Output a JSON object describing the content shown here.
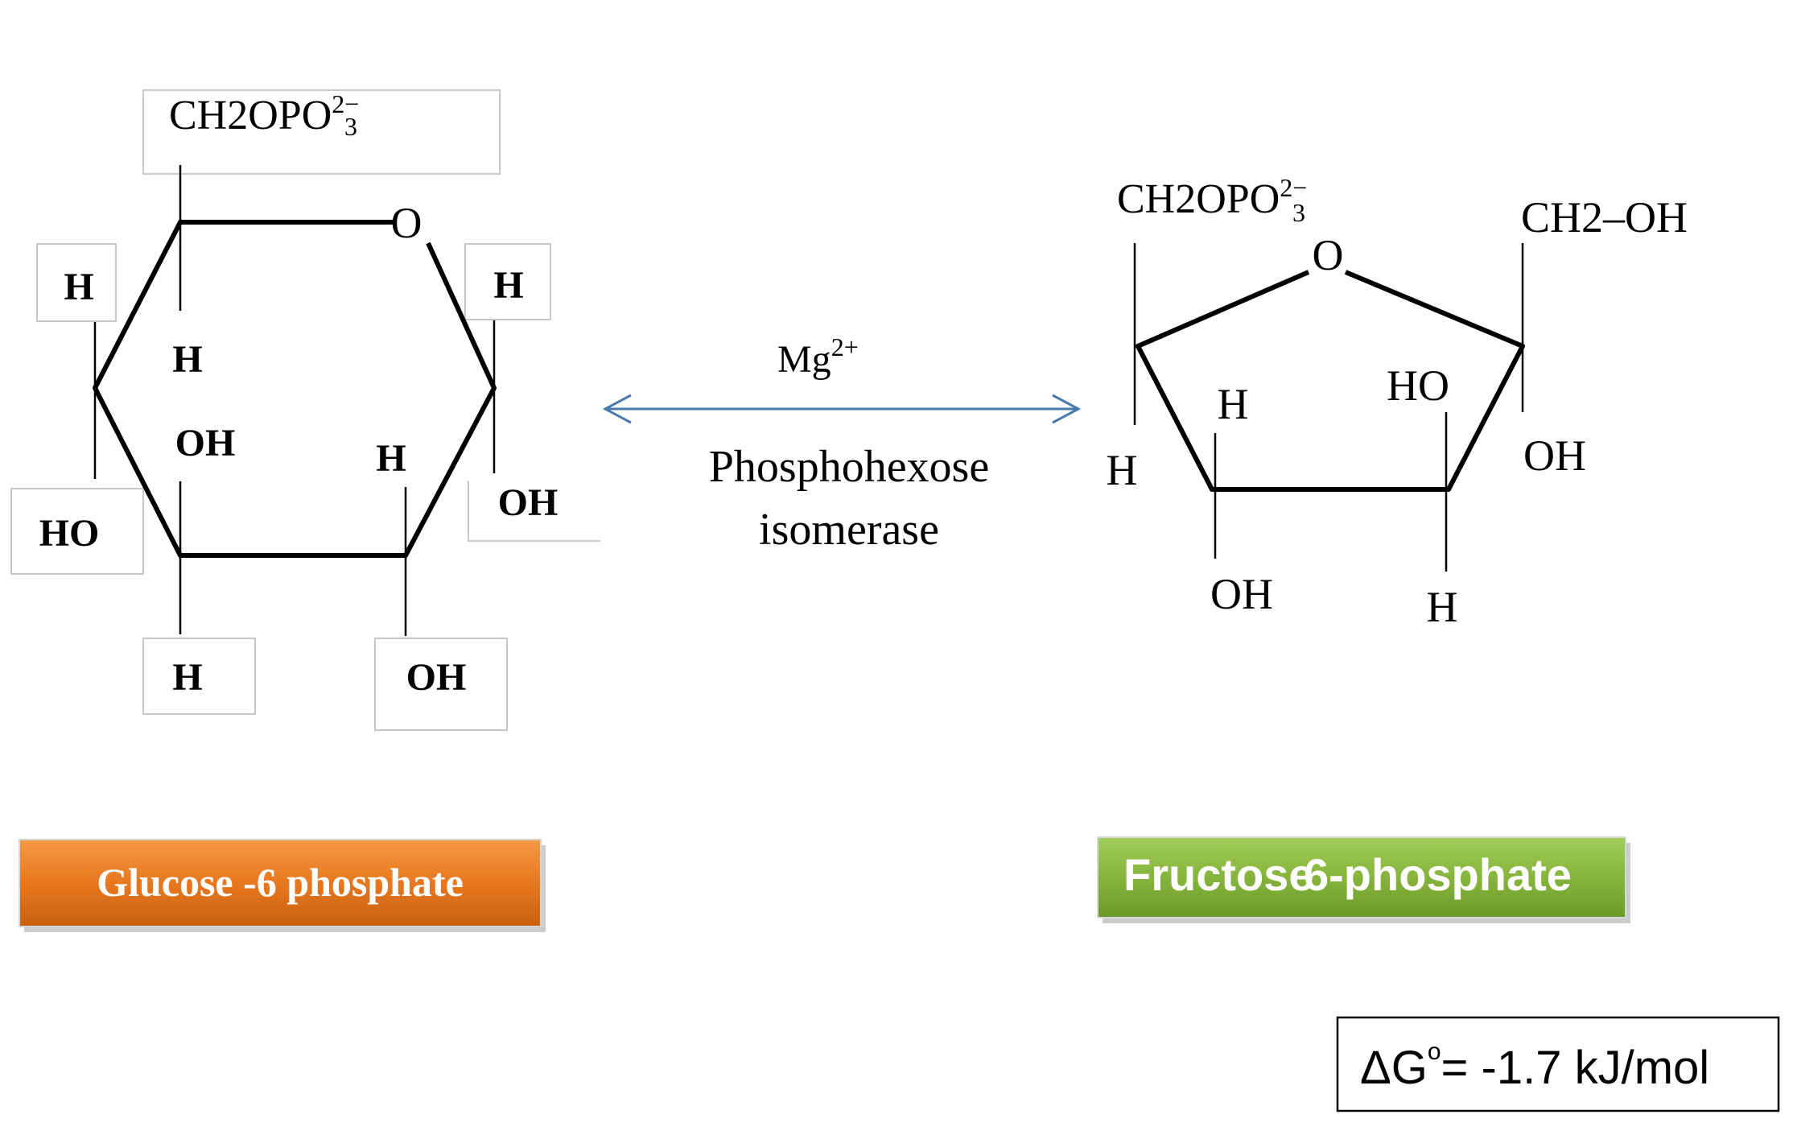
{
  "glucose": {
    "ch2_group": "CH2OPO",
    "ch2_sup": "2−",
    "ch2_sub": "3",
    "ring_oxygen": "O",
    "subs": {
      "c5_left_h": "H",
      "c5_down_h": "H",
      "c1_right_h": "H",
      "c4_ho": "HO",
      "c3_oh_up": "OH",
      "c2_h_up": "H",
      "c1_oh": "OH",
      "c3_h_down": "H",
      "c2_oh_down": "OH"
    },
    "label": "Glucose -6 phosphate",
    "label_color": "#e8781f"
  },
  "reaction": {
    "cofactor": "Mg",
    "cofactor_charge": "2+",
    "enzyme_line1": "Phosphohexose",
    "enzyme_line2": "isomerase",
    "arrow_color": "#4a7aad"
  },
  "fructose": {
    "ch2_group": "CH2OPO",
    "ch2_sup": "2−",
    "ch2_sub": "3",
    "ring_oxygen": "O",
    "ch2oh": "CH2–OH",
    "subs": {
      "c5_h": "H",
      "c4_h_up": "H",
      "c3_ho_up": "HO",
      "c2_oh": "OH",
      "c4_oh_down": "OH",
      "c3_h_down": "H"
    },
    "label_part1": "Fructose",
    "label_part2": "6-phosphate",
    "label_color": "#86b43c"
  },
  "energy": {
    "delta": "ΔG",
    "degree": "o",
    "value": "= -1.7 kJ/mol"
  }
}
